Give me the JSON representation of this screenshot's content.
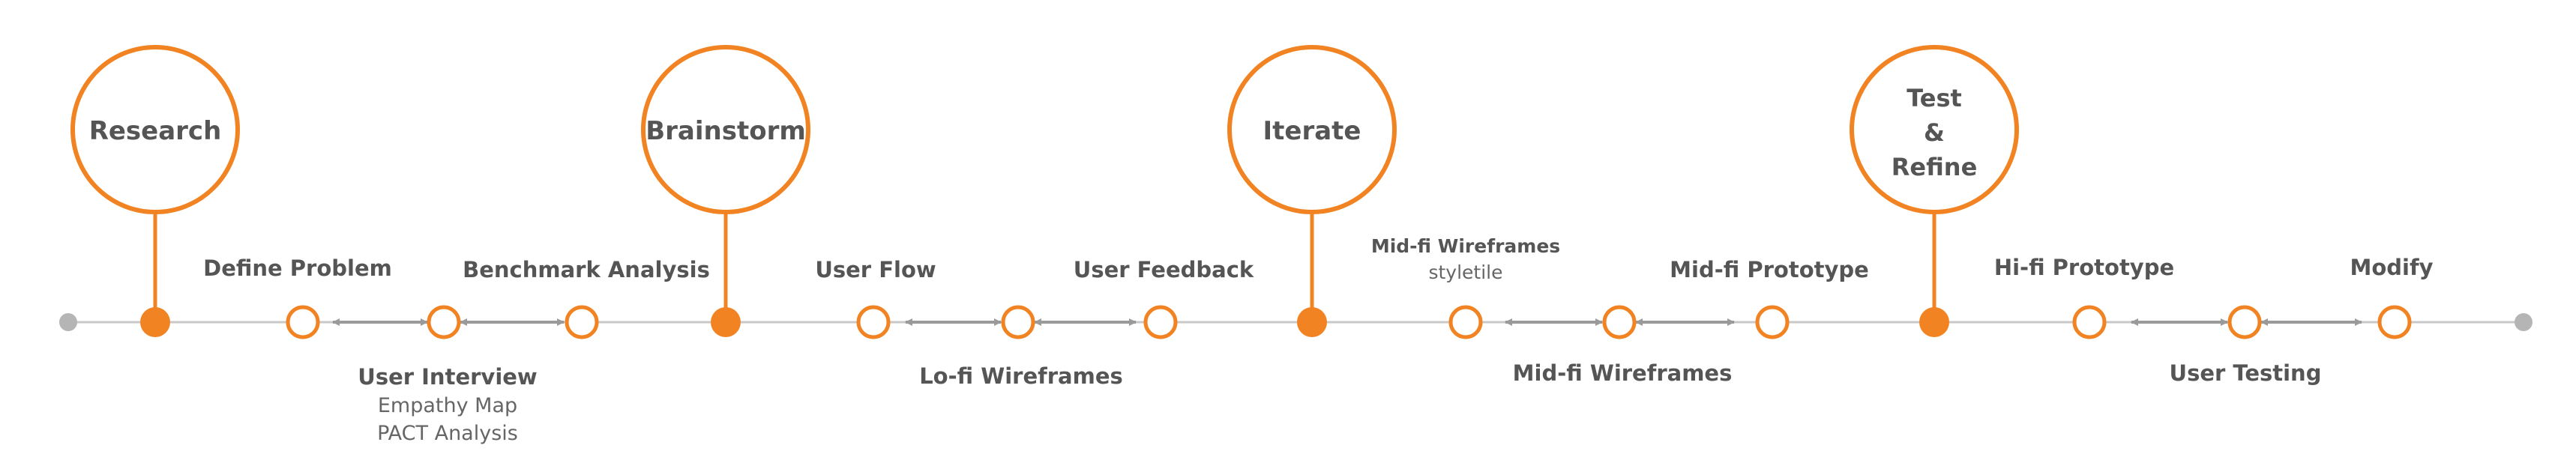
{
  "colors": {
    "accent": "#F28322",
    "line": "#C8C8C8",
    "arrow": "#9A9A9A",
    "endpoint": "#B5B5B5",
    "text": "#555555"
  },
  "phases": [
    {
      "label": "Research"
    },
    {
      "label": "Brainstorm"
    },
    {
      "label": "Iterate"
    },
    {
      "lines": [
        "Test",
        "&",
        "Refine"
      ]
    }
  ],
  "steps": {
    "define_problem": "Define Problem",
    "user_interview": "User Interview",
    "empathy_map": "Empathy Map",
    "pact_analysis": "PACT Analysis",
    "benchmark_analysis": "Benchmark Analysis",
    "user_flow": "User Flow",
    "lofi_wireframes": "Lo-fi Wireframes",
    "user_feedback": "User Feedback",
    "midfi_wireframes_top": "Mid-fi Wireframes",
    "styletile": "styletile",
    "midfi_wireframes": "Mid-fi Wireframes",
    "midfi_prototype": "Mid-fi Prototype",
    "hifi_prototype": "Hi-fi Prototype",
    "user_testing": "User Testing",
    "modify": "Modify"
  }
}
